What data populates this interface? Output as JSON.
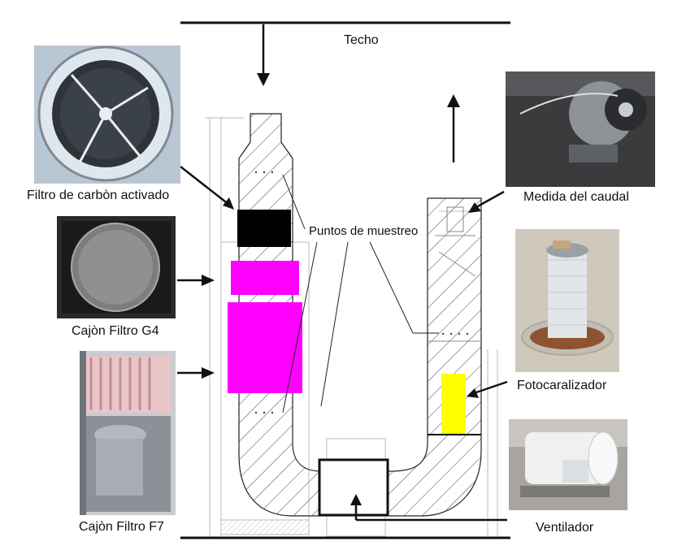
{
  "labels": {
    "ceiling": "Techo",
    "carbon_filter": "Filtro de carbòn activado",
    "g4_filter": "Cajòn Filtro G4",
    "f7_filter": "Cajòn Filtro F7",
    "sampling_points": "Puntos de muestreo",
    "flow_measure": "Medida del caudal",
    "photocatalyzer": "Fotocaralizador",
    "fan": "Ventilador"
  },
  "colors": {
    "background": "#ffffff",
    "duct_hatch": "#444444",
    "carbon_filter_block": "#000000",
    "g4_filter_block": "#ff00ff",
    "f7_filter_block": "#ff00ff",
    "photocatalyzer_block": "#ffff00",
    "line": "#111111"
  },
  "icons": [
    "carbon-filter-photo",
    "g4-filter-photo",
    "f7-filter-photo",
    "flow-meter-photo",
    "photocatalyzer-photo",
    "fan-photo"
  ]
}
